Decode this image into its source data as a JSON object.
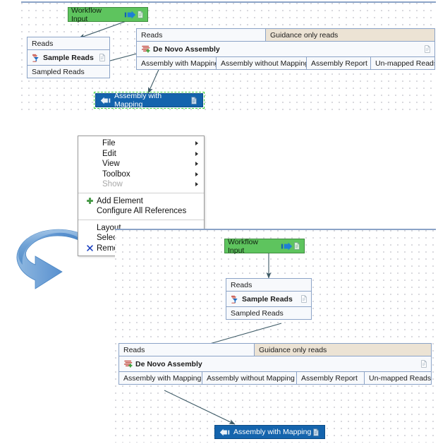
{
  "top_canvas": {
    "input_node": {
      "label": "Workflow Input",
      "icon": "input-arrow-icon",
      "doc_icon": "document-icon",
      "color": "#5ec45e"
    },
    "sample_reads": {
      "input_port": "Reads",
      "title": "Sample Reads",
      "output_port": "Sampled Reads",
      "icon": "sample-reads-icon",
      "doc_icon": "document-icon"
    },
    "de_novo": {
      "input_ports": [
        "Reads",
        "Guidance only reads"
      ],
      "title": "De Novo Assembly",
      "output_ports": [
        "Assembly with Mapping",
        "Assembly without Mapping",
        "Assembly Report",
        "Un-mapped Reads"
      ],
      "icon": "de-novo-assembly-icon",
      "doc_icon": "document-icon"
    },
    "output_node": {
      "label": "Assembly with Mapping",
      "icon": "output-arrow-icon",
      "doc_icon": "document-icon",
      "color": "#1464ad",
      "selected": true
    }
  },
  "context_menu": {
    "groups": [
      [
        {
          "label": "File",
          "submenu": true,
          "disabled": false,
          "icon": null
        },
        {
          "label": "Edit",
          "submenu": true,
          "disabled": false,
          "icon": null
        },
        {
          "label": "View",
          "submenu": true,
          "disabled": false,
          "icon": null
        },
        {
          "label": "Toolbox",
          "submenu": true,
          "disabled": false,
          "icon": null
        },
        {
          "label": "Show",
          "submenu": true,
          "disabled": true,
          "icon": null
        }
      ],
      [
        {
          "label": "Add Element",
          "submenu": false,
          "disabled": false,
          "icon": "plus-icon"
        },
        {
          "label": "Configure All References",
          "submenu": false,
          "disabled": false,
          "icon": null
        }
      ],
      [
        {
          "label": "Layout",
          "submenu": false,
          "disabled": false,
          "icon": null
        },
        {
          "label": "Select All",
          "submenu": false,
          "disabled": false,
          "icon": null
        },
        {
          "label": "Remove All",
          "submenu": false,
          "disabled": false,
          "icon": "x-icon"
        }
      ]
    ]
  },
  "transition_arrow": {
    "name": "curved-transition-arrow",
    "color": "#5b92d0"
  },
  "bottom_canvas": {
    "input_node": {
      "label": "Workflow Input",
      "icon": "input-arrow-icon",
      "doc_icon": "document-icon",
      "color": "#5ec45e"
    },
    "sample_reads": {
      "input_port": "Reads",
      "title": "Sample Reads",
      "output_port": "Sampled Reads",
      "icon": "sample-reads-icon",
      "doc_icon": "document-icon"
    },
    "de_novo": {
      "input_ports": [
        "Reads",
        "Guidance only reads"
      ],
      "title": "De Novo Assembly",
      "output_ports": [
        "Assembly with Mapping",
        "Assembly without Mapping",
        "Assembly Report",
        "Un-mapped Reads"
      ],
      "icon": "de-novo-assembly-icon",
      "doc_icon": "document-icon"
    },
    "output_node": {
      "label": "Assembly with Mapping",
      "icon": "output-arrow-icon",
      "doc_icon": "document-icon",
      "color": "#1464ad",
      "selected": false
    }
  },
  "colors": {
    "node_green": "#5ec45e",
    "node_blue": "#1464ad",
    "port_bg": "#f7f9fc",
    "port_beige": "#ece3d4",
    "port_border": "#8ba3c7",
    "edge": "#3d5a66",
    "grid_dot": "#cfcfd6",
    "arrow_blue": "#5b92d0"
  }
}
